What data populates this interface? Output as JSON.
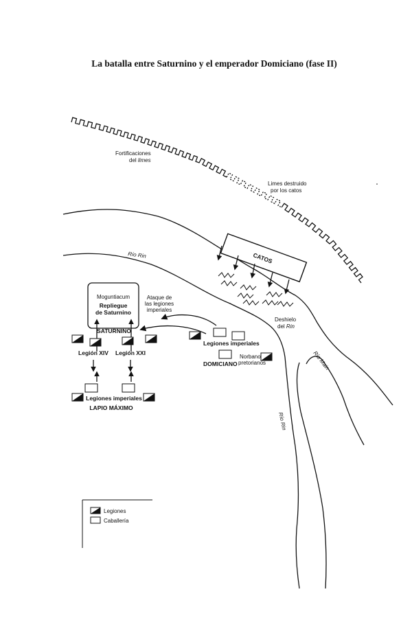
{
  "title": "La batalla entre Saturnino y el emperador Domiciano (fase II)",
  "labels": {
    "fortificaciones_1": "Fortificaciones",
    "fortificaciones_2": "del",
    "fortificaciones_3": "limes",
    "limes_destruido_1": "Limes destruido",
    "limes_destruido_2": "por los catos",
    "catos": "CATOS",
    "rio_rin": "Río Rin",
    "rio_rin_2": "Río Rin",
    "rio_main": "Río Main",
    "deshielo_1": "Deshielo",
    "deshielo_2": "del",
    "deshielo_3": "Rin",
    "moguntiacum": "Moguntiacum",
    "repliegue_1": "Repliegue",
    "repliegue_2": "de Saturnino",
    "ataque_1": "Ataque de",
    "ataque_2": "las legiones",
    "ataque_3": "imperiales",
    "saturnino": "SATURNINO",
    "legion_xiv": "Legión XIV",
    "legion_xxi": "Legión XXI",
    "legiones_imperiales_east": "Legiones imperiales",
    "domiciano": "DOMICIANO",
    "norbano_1": "Norbano",
    "norbano_2": "pretorianos",
    "legiones_imperiales_west": "Legiones imperiales",
    "lapio_maximo": "LAPIO MÁXIMO"
  },
  "legend": {
    "items": [
      {
        "symbol": "legion",
        "label": "Legiones"
      },
      {
        "symbol": "cavalry",
        "label": "Caballería"
      }
    ]
  },
  "colors": {
    "ink": "#111111",
    "paper": "#ffffff"
  }
}
